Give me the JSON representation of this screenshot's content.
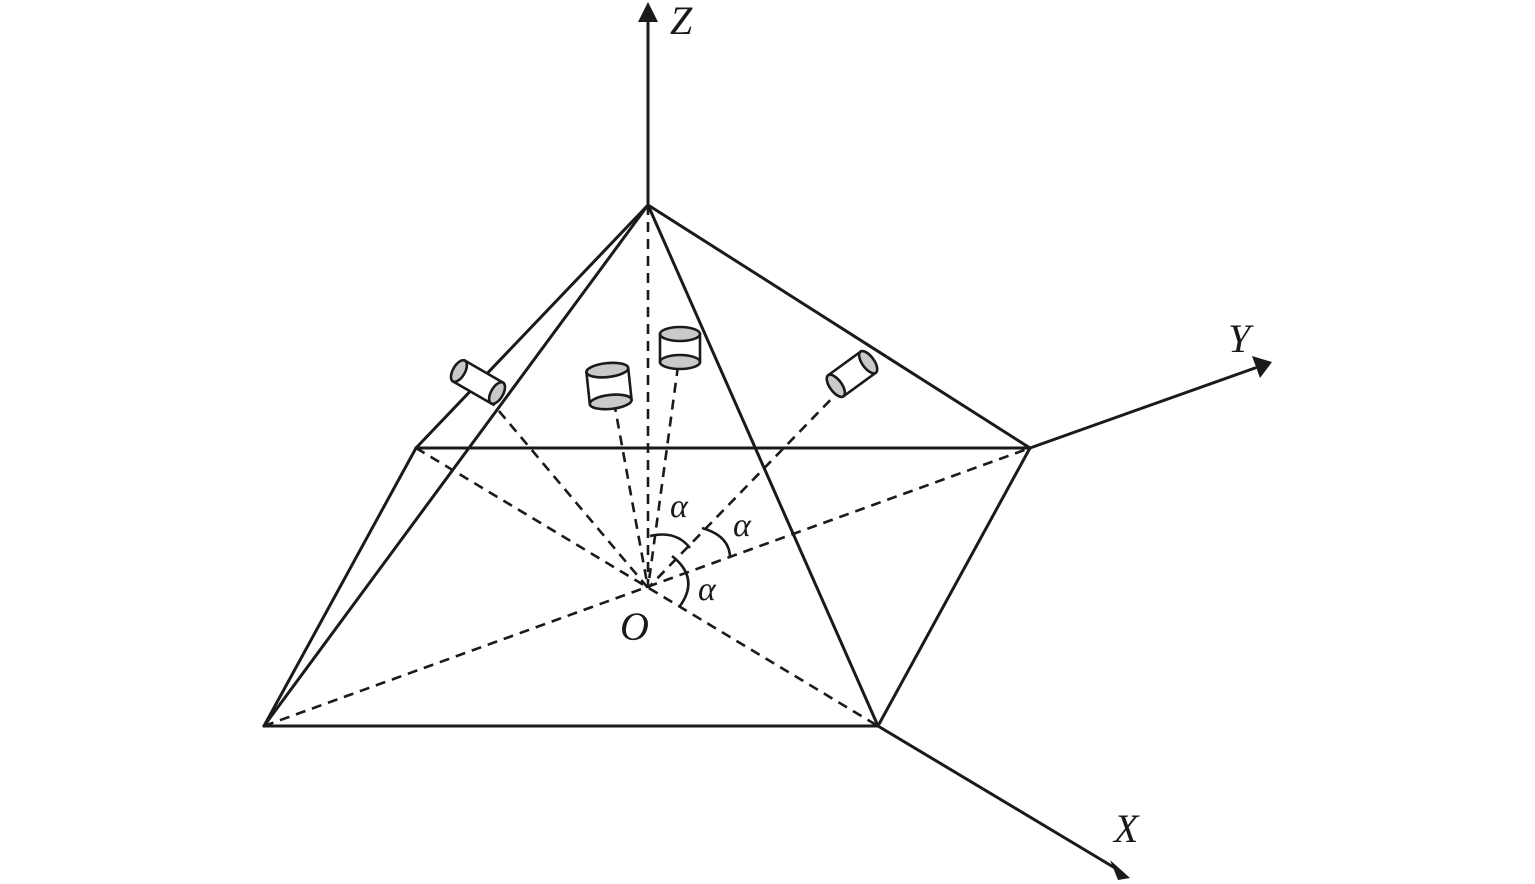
{
  "diagram": {
    "axes": {
      "z": "Z",
      "y": "Y",
      "x": "X"
    },
    "origin_label": "O",
    "angle_label": "α",
    "angle_labels": [
      "α",
      "α",
      "α"
    ],
    "cameras": 4,
    "colors": {
      "stroke": "#1a1a1a",
      "camera_lens": "#c9c9c9",
      "background": "#ffffff"
    }
  }
}
